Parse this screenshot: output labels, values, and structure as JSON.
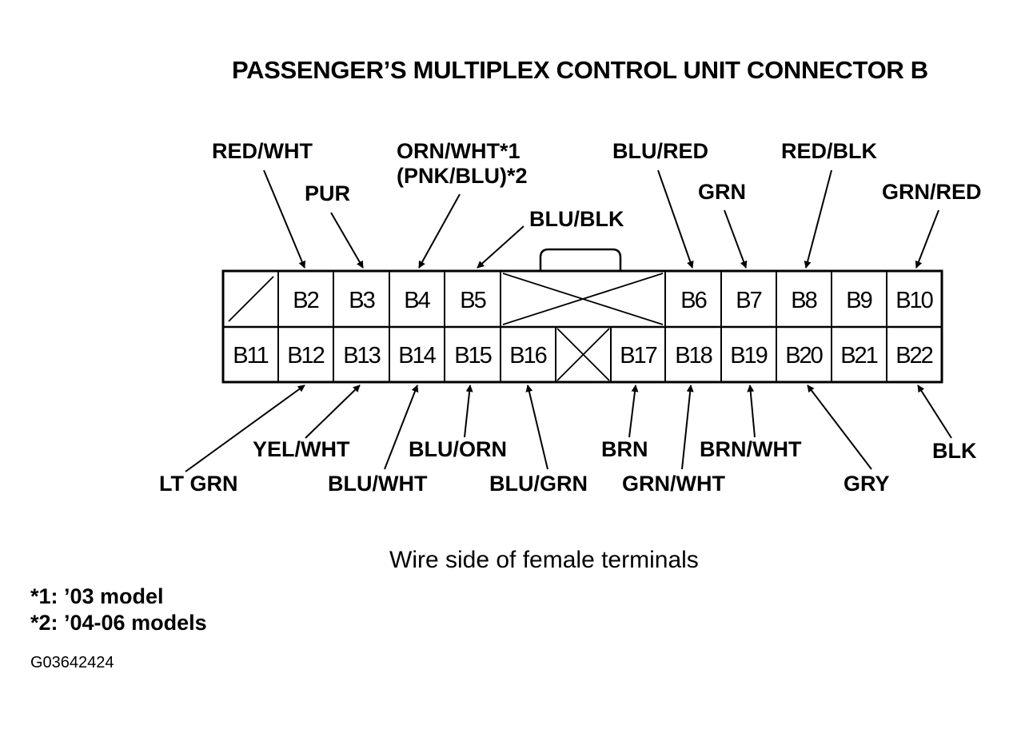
{
  "title": "PASSENGER’S MULTIPLEX CONTROL UNIT CONNECTOR B",
  "caption": "Wire side of female terminals",
  "notes": [
    "*1: ’03 model",
    "*2: ’04-06 models"
  ],
  "figure_code": "G03642424",
  "connector": {
    "top_row": [
      "",
      "B2",
      "B3",
      "B4",
      "B5",
      "",
      "B6",
      "B7",
      "B8",
      "B9",
      "B10"
    ],
    "bottom_row": [
      "B11",
      "B12",
      "B13",
      "B14",
      "B15",
      "B16",
      "",
      "B17",
      "B18",
      "B19",
      "B20",
      "B21",
      "B22"
    ]
  },
  "wires": {
    "b2": "RED/WHT",
    "b3": "PUR",
    "b4_line1": "ORN/WHT*1",
    "b4_line2": "(PNK/BLU)*2",
    "b5": "BLU/BLK",
    "b6": "BLU/RED",
    "b7": "GRN",
    "b8": "RED/BLK",
    "b10": "GRN/RED",
    "b12": "LT GRN",
    "b13": "YEL/WHT",
    "b14": "BLU/WHT",
    "b15": "BLU/ORN",
    "b16": "BLU/GRN",
    "b17": "BRN",
    "b18": "GRN/WHT",
    "b19": "BRN/WHT",
    "b20": "GRY",
    "b22": "BLK"
  }
}
